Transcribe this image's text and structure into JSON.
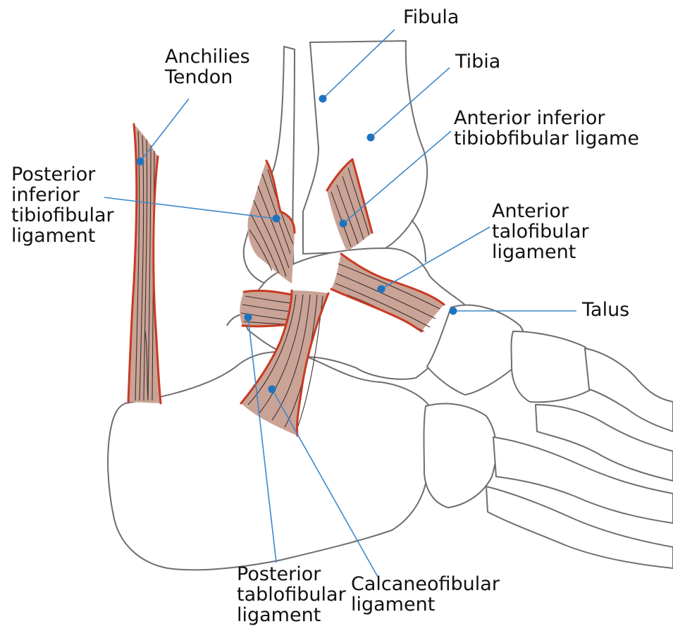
{
  "labels": {
    "fibula": "Fibula",
    "tibia": "Tibia",
    "achilles": "Anchilies\nTendon",
    "ant_inf_tibiofibular": "Anterior inferior\ntibiobfibular ligame",
    "post_inf_tibiofibular": "Posterior\ninferior\ntibiofibular\nligament",
    "ant_talofibular": "Anterior\ntalofibular\nligament",
    "talus": "Talus",
    "post_talofibular": "Posterior\ntablofibular\nligament",
    "calcaneofibular": "Calcaneofibular\nligament"
  },
  "colors": {
    "bone_outline": "#6e6e6e",
    "ligament_fill": "#c9a396",
    "ligament_edge": "#c83a22",
    "fiber": "#3e3230",
    "leader_line": "#3f88c9",
    "leader_dot": "#1e73c0"
  }
}
